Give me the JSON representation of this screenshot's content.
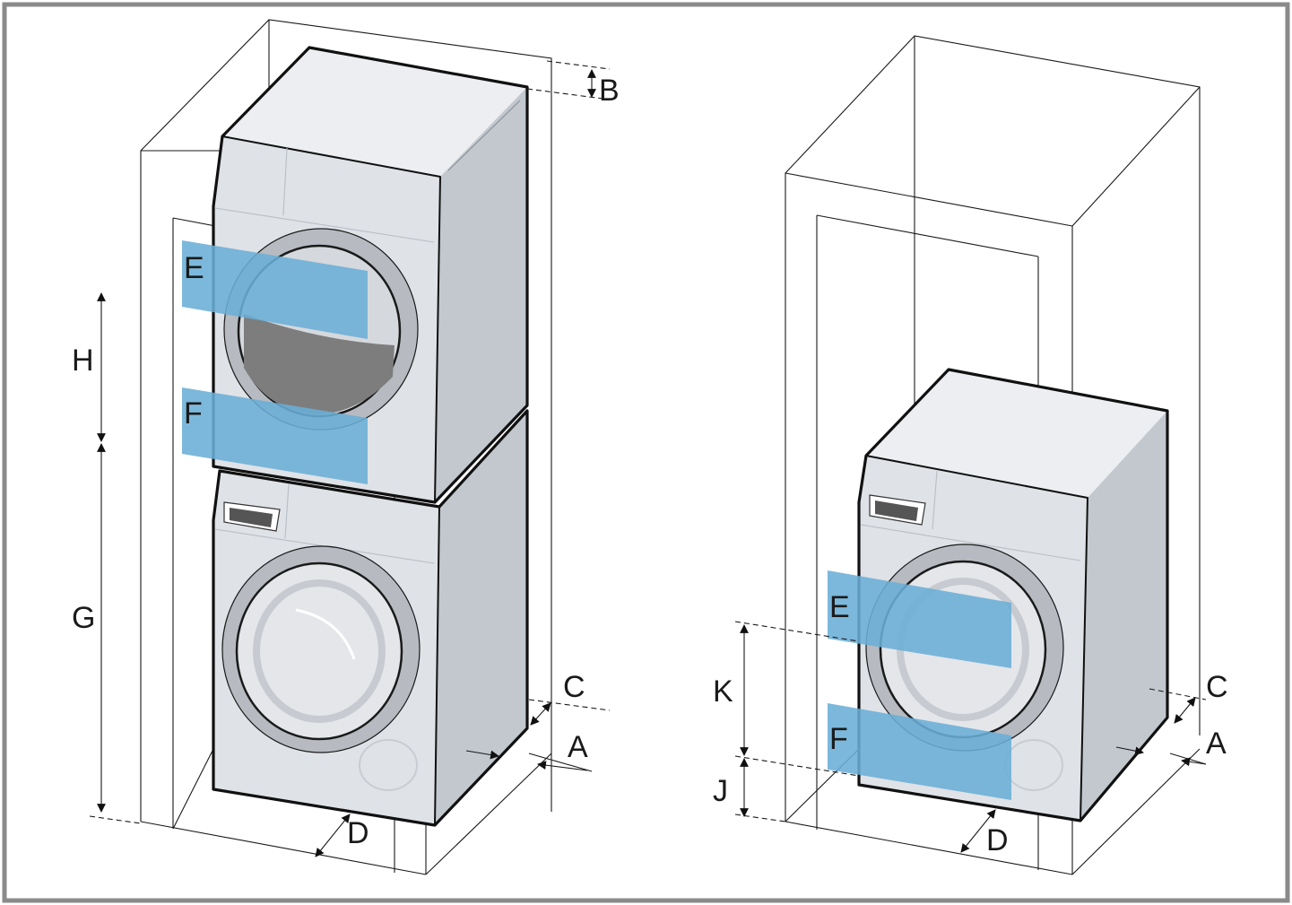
{
  "diagram": {
    "left_scene": {
      "labels": {
        "B": "B",
        "C": "C",
        "A": "A",
        "D": "D",
        "E": "E",
        "F": "F",
        "G": "G",
        "H": "H"
      }
    },
    "right_scene": {
      "labels": {
        "C": "C",
        "A": "A",
        "D": "D",
        "E": "E",
        "F": "F",
        "K": "K",
        "J": "J"
      }
    },
    "colors": {
      "frame_border": "#8a8a8a",
      "appliance_front": "#dfe2e7",
      "appliance_side": "#c3c8cf",
      "appliance_top": "#eceef2",
      "door_glass_dark": "#7d7d7d",
      "highlight_zone": "#6aaed6"
    }
  }
}
